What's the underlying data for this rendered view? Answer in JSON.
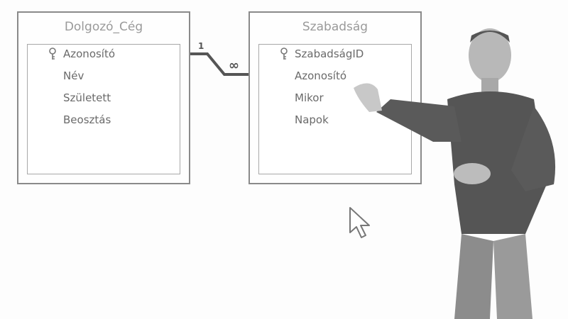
{
  "tables": [
    {
      "name": "Dolgozó_Cég",
      "fields": [
        {
          "label": "Azonosító",
          "primary_key": true
        },
        {
          "label": "Név",
          "primary_key": false
        },
        {
          "label": "Született",
          "primary_key": false
        },
        {
          "label": "Beosztás",
          "primary_key": false
        }
      ]
    },
    {
      "name": "Szabadság",
      "fields": [
        {
          "label": "SzabadságID",
          "primary_key": true
        },
        {
          "label": "Azonosító",
          "primary_key": false
        },
        {
          "label": "Mikor",
          "primary_key": false
        },
        {
          "label": "Napok",
          "primary_key": false
        }
      ]
    }
  ],
  "relationship": {
    "from_table": "Dolgozó_Cég",
    "to_table": "Szabadság",
    "one_label": "1",
    "many_label": "∞"
  },
  "icons": {
    "key": "key-icon",
    "cursor": "mouse-pointer-icon"
  },
  "colors": {
    "border": "#8a8a8a",
    "text": "#6a6a6a",
    "title": "#9a9a9a",
    "line": "#555555"
  }
}
